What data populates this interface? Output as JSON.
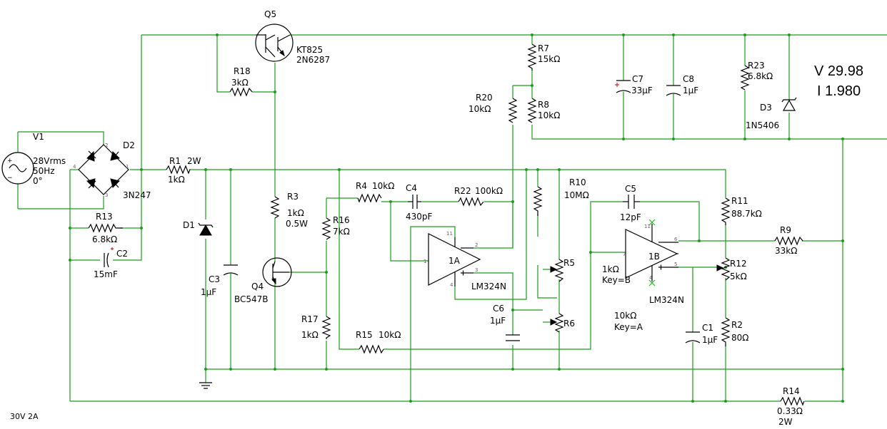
{
  "caption": "30V 2A",
  "meter": {
    "voltage_line": "V  29.98",
    "current_line": "I  1.980"
  },
  "components": {
    "V1": {
      "ref": "V1",
      "v": "28Vrms",
      "f": "50Hz",
      "phase": "0°"
    },
    "D2": {
      "ref": "D2",
      "model": "3N247"
    },
    "Q5": {
      "ref": "Q5",
      "m1": "KT825",
      "m2": "2N6287"
    },
    "R18": {
      "ref": "R18",
      "val": "3kΩ"
    },
    "R1": {
      "ref": "R1",
      "val": "1kΩ",
      "power": "2W"
    },
    "D1": {
      "ref": "D1"
    },
    "C3": {
      "ref": "C3",
      "val": "1μF"
    },
    "R3": {
      "ref": "R3",
      "val": "1kΩ",
      "power": "0.5W"
    },
    "Q4": {
      "ref": "Q4",
      "model": "BC547B"
    },
    "R13": {
      "ref": "R13",
      "val": "6.8kΩ"
    },
    "C2": {
      "ref": "C2",
      "val": "15mF"
    },
    "R16": {
      "ref": "R16",
      "val": "7kΩ"
    },
    "R17": {
      "ref": "R17",
      "val": "1kΩ"
    },
    "R4": {
      "ref": "R4",
      "val": "10kΩ"
    },
    "C4": {
      "ref": "C4",
      "val": "430pF"
    },
    "R22": {
      "ref": "R22",
      "val": "100kΩ"
    },
    "R15": {
      "ref": "R15",
      "val": "10kΩ"
    },
    "U1A": {
      "ref": "1A",
      "model": "LM324N"
    },
    "R20": {
      "ref": "R20",
      "val": "10kΩ"
    },
    "R7": {
      "ref": "R7",
      "val": "15kΩ"
    },
    "R8": {
      "ref": "R8",
      "val": "10kΩ"
    },
    "C6": {
      "ref": "C6",
      "val": "1μF"
    },
    "R10": {
      "ref": "R10",
      "val": "10MΩ"
    },
    "R5": {
      "ref": "R5",
      "val": "1kΩ",
      "key": "Key=B"
    },
    "R6": {
      "ref": "R6",
      "val": "10kΩ",
      "key": "Key=A"
    },
    "C5": {
      "ref": "C5",
      "val": "12pF"
    },
    "U1B": {
      "ref": "1B",
      "model": "LM324N"
    },
    "C7": {
      "ref": "C7",
      "val": "33μF"
    },
    "C8": {
      "ref": "C8",
      "val": "1μF"
    },
    "R11": {
      "ref": "R11",
      "val": "88.7kΩ"
    },
    "R12": {
      "ref": "R12",
      "val": "5kΩ"
    },
    "R9": {
      "ref": "R9",
      "val": "33kΩ"
    },
    "C1": {
      "ref": "C1",
      "val": "1μF"
    },
    "R2": {
      "ref": "R2",
      "val": "80Ω"
    },
    "R23": {
      "ref": "R23",
      "val": "6.8kΩ"
    },
    "D3": {
      "ref": "D3",
      "model": "1N5406"
    },
    "R14": {
      "ref": "R14",
      "val": "0.33Ω",
      "power": "2W"
    }
  },
  "pins": {
    "bridge": [
      "2",
      "4",
      "1",
      "3"
    ],
    "u1a": [
      "11",
      "2",
      "1",
      "3",
      "4"
    ],
    "u1b": [
      "11",
      "6",
      "7",
      "5",
      "4"
    ]
  }
}
